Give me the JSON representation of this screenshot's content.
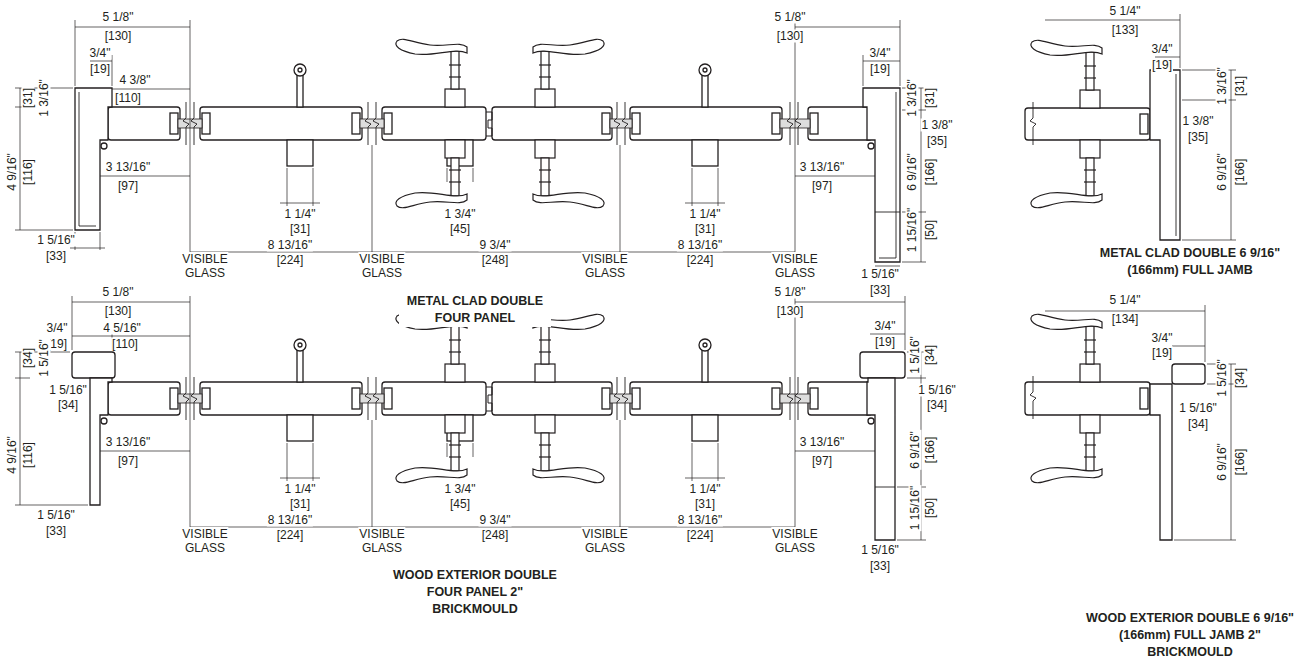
{
  "diagram": {
    "labels": [
      "5 1/8\"",
      "[130]",
      "3/4\"",
      "[19]",
      "4 3/8\"",
      "[110]",
      "1 3/16\"",
      "[31]",
      "4 9/16\"",
      "[116]",
      "3 13/16\"",
      "[97]",
      "1 5/16\"",
      "[33]",
      "1 1/4\"",
      "[31]",
      "8 13/16\"",
      "[224]",
      "1 3/4\"",
      "[45]",
      "9 3/4\"",
      "[248]",
      "1 1/4\"",
      "[31]",
      "8 13/16\"",
      "[224]",
      "VISIBLE GLASS",
      "VISIBLE GLASS",
      "VISIBLE GLASS",
      "VISIBLE GLASS",
      "METAL CLAD DOUBLE FOUR PANEL",
      "5 1/8\"",
      "[130]",
      "3/4\"",
      "[19]",
      "1 3/16\"",
      "[31]",
      "1 3/8\"",
      "[35]",
      "6 9/16\"",
      "[166]",
      "3 13/16\"",
      "[97]",
      "1 15/16\"",
      "[50]",
      "1 5/16\"",
      "[33]",
      "5 1/4\"",
      "[133]",
      "3/4\"",
      "[19]",
      "1 3/16\"",
      "[31]",
      "1 3/8\"",
      "[35]",
      "6 9/16\"",
      "[166]",
      "METAL CLAD DOUBLE 6 9/16\" (166mm) FULL JAMB",
      "5 1/8\"",
      "[130]",
      "3/4\"",
      "4 5/16\"",
      "[19]",
      "[110]",
      "1 5/16\"",
      "[34]",
      "1 5/16\"",
      "[34]",
      "4 9/16\"",
      "[116]",
      "3 13/16\"",
      "[97]",
      "1 5/16\"",
      "[33]",
      "1 1/4\"",
      "[31]",
      "8 13/16\"",
      "[224]",
      "1 3/4\"",
      "[45]",
      "9 3/4\"",
      "[248]",
      "1 1/4\"",
      "[31]",
      "8 13/16\"",
      "[224]",
      "VISIBLE GLASS",
      "VISIBLE GLASS",
      "VISIBLE GLASS",
      "VISIBLE GLASS",
      "WOOD EXTERIOR DOUBLE FOUR PANEL 2\" BRICKMOULD",
      "5 1/8\"",
      "[130]",
      "3/4\"",
      "[19]",
      "1 5/16\"",
      "[34]",
      "1 5/16\"",
      "[34]",
      "6 9/16\"",
      "[166]",
      "3 13/16\"",
      "[97]",
      "1 15/16\"",
      "[50]",
      "1 5/16\"",
      "[33]",
      "5 1/4\"",
      "[134]",
      "3/4\"",
      "[19]",
      "1 5/16\"",
      "[34]",
      "1 5/16\"",
      "[34]",
      "6 9/16\"",
      "[166]",
      "WOOD EXTERIOR DOUBLE 6 9/16\" (166mm) FULL JAMB 2\" BRICKMOULD"
    ]
  }
}
